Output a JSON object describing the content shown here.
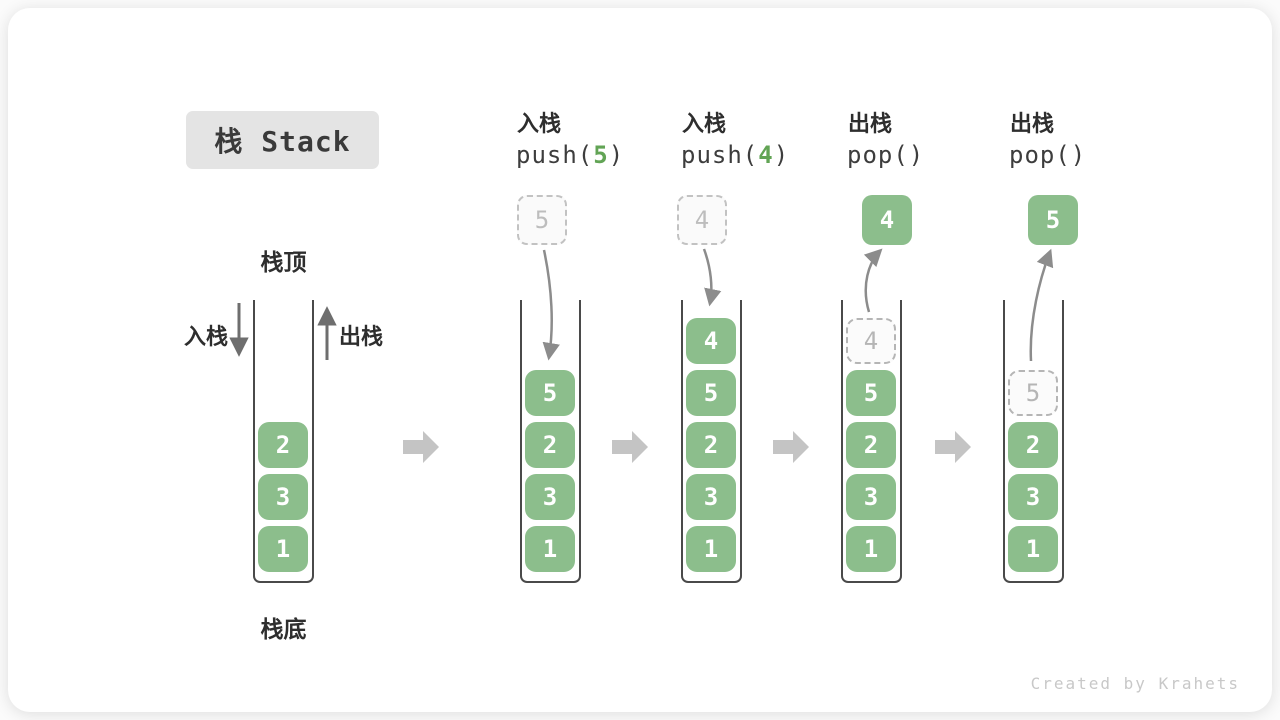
{
  "title": "栈 Stack",
  "watermark": "Created by Krahets",
  "annotations": {
    "stack_top": "栈顶",
    "stack_bottom": "栈底",
    "push_side": "入栈",
    "pop_side": "出栈"
  },
  "colors": {
    "item_green": "#8cbe8c",
    "code_accent_green": "#62a455",
    "container_stroke": "#4a4a4a",
    "curved_arrow_gray": "#8c8c8c",
    "side_arrow_gray": "#6e6e6e",
    "block_arrow_gray": "#c4c4c4",
    "ghost_gray": "#b5b5b5",
    "title_badge_bg": "#e4e4e4",
    "text_dark": "#2e2e2e"
  },
  "columns": [
    {
      "op": "",
      "code": {
        "pre": "",
        "arg": "",
        "post": ""
      },
      "stack": [
        {
          "v": "1"
        },
        {
          "v": "3"
        },
        {
          "v": "2"
        }
      ]
    },
    {
      "op": "入栈",
      "code": {
        "pre": "push(",
        "arg": "5",
        "post": ")"
      },
      "floating": {
        "v": "5",
        "kind": "dashed"
      },
      "stack": [
        {
          "v": "1"
        },
        {
          "v": "3"
        },
        {
          "v": "2"
        },
        {
          "v": "5"
        }
      ]
    },
    {
      "op": "入栈",
      "code": {
        "pre": "push(",
        "arg": "4",
        "post": ")"
      },
      "floating": {
        "v": "4",
        "kind": "dashed"
      },
      "stack": [
        {
          "v": "1"
        },
        {
          "v": "3"
        },
        {
          "v": "2"
        },
        {
          "v": "5"
        },
        {
          "v": "4"
        }
      ]
    },
    {
      "op": "出栈",
      "code": {
        "pre": "pop()",
        "arg": "",
        "post": ""
      },
      "floating": {
        "v": "4",
        "kind": "solid"
      },
      "stack": [
        {
          "v": "1"
        },
        {
          "v": "3"
        },
        {
          "v": "2"
        },
        {
          "v": "5"
        },
        {
          "v": "4",
          "ghost": true
        }
      ]
    },
    {
      "op": "出栈",
      "code": {
        "pre": "pop()",
        "arg": "",
        "post": ""
      },
      "floating": {
        "v": "5",
        "kind": "solid"
      },
      "stack": [
        {
          "v": "1"
        },
        {
          "v": "3"
        },
        {
          "v": "2"
        },
        {
          "v": "5",
          "ghost": true
        }
      ]
    }
  ]
}
